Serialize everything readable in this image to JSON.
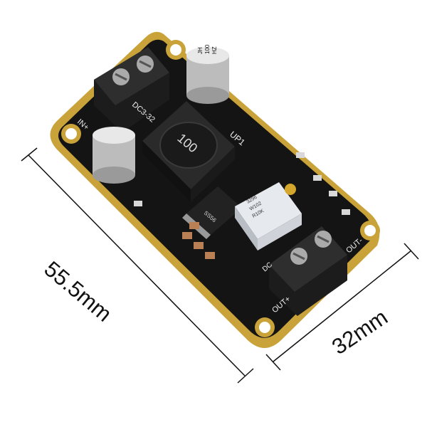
{
  "dimensions": {
    "length": "55.5mm",
    "width": "32mm"
  },
  "board": {
    "silkscreen_input": "IN+",
    "silkscreen_model": "DC3-32",
    "silkscreen_ref": "UP1",
    "silkscreen_out_pos": "OUT+",
    "silkscreen_out_neg": "OUT-",
    "diode_marking": "SS56",
    "inductor_marking": "100",
    "capacitor_marking": [
      "JH",
      "100",
      "HZ"
    ],
    "potentiometer_marking": [
      "3296",
      "W102",
      "R10K"
    ],
    "terminal_marking": "DC"
  },
  "colors": {
    "pcb": "#141414",
    "pcb_edge": "#c9a33a",
    "terminal": "#1a1a1a",
    "capacitor": "#c8c8c8",
    "potentiometer": "#d9dde3"
  }
}
